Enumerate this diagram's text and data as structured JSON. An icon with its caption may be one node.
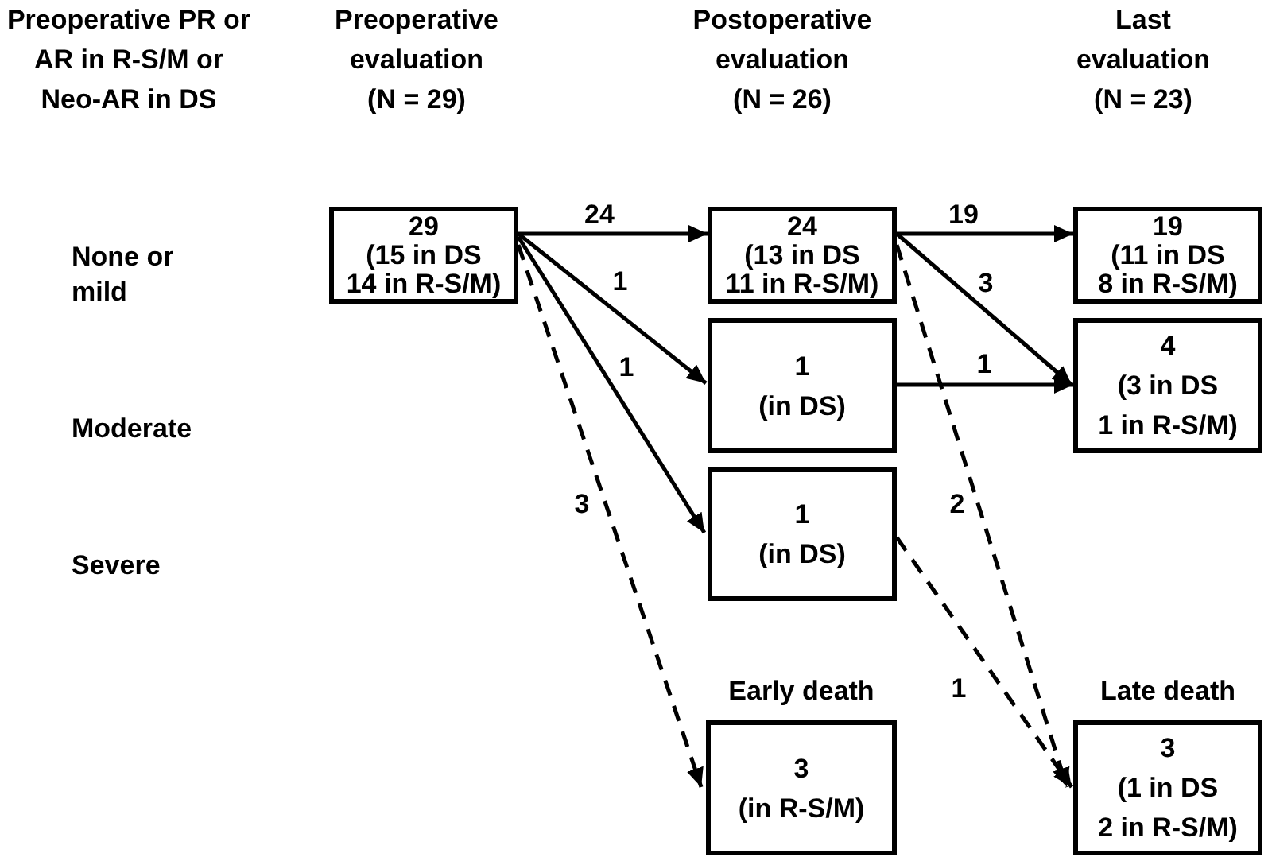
{
  "diagram": {
    "nodes": [
      {
        "text": [
          "29",
          "(15 in DS",
          "14 in R-S/M)"
        ]
      },
      {
        "text": [
          "24",
          "(13 in DS",
          "11 in R-S/M)"
        ]
      },
      {
        "text": [
          "19",
          "(11 in DS",
          "8 in R-S/M)"
        ]
      },
      {
        "text": [
          "1",
          "(in DS)"
        ]
      },
      {
        "text": [
          "4",
          "(3 in DS",
          "1 in R-S/M)"
        ]
      },
      {
        "text": [
          "1",
          "(in DS)"
        ]
      },
      {
        "text": [
          "Early death",
          "3",
          "(in R-S/M)"
        ]
      },
      {
        "text": [
          "Late death",
          "3",
          "(1 in DS",
          "2 in R-S/M)"
        ]
      }
    ],
    "edges": [
      {
        "from": 0,
        "to": 1,
        "arrow": "to",
        "label": "24"
      },
      {
        "from": 0,
        "to": 3,
        "arrow": "to",
        "label": "1"
      },
      {
        "from": 0,
        "to": 5,
        "arrow": "to",
        "label": "1"
      },
      {
        "from": 0,
        "to": 6,
        "arrow": "to",
        "label": "3",
        "style": "dashed"
      },
      {
        "from": 1,
        "to": 2,
        "arrow": "to",
        "label": "19"
      },
      {
        "from": 1,
        "to": 4,
        "arrow": "to",
        "label": "3"
      },
      {
        "from": 3,
        "to": 4,
        "arrow": "to",
        "label": "1"
      },
      {
        "from": 1,
        "to": 7,
        "arrow": "to",
        "label": "2",
        "style": "dashed"
      },
      {
        "from": 5,
        "to": 7,
        "arrow": "to",
        "label": "1",
        "style": "dashed"
      }
    ],
    "labels": [
      "Preoperative PR or AR in R-S/M or Neo-AR in DS",
      "Preoperative evaluation",
      "(N = 29)",
      "Postoperative evaluation",
      "(N = 26)",
      "Last evaluation",
      "(N = 23)",
      "None or mild",
      "Moderate",
      "Severe"
    ]
  }
}
